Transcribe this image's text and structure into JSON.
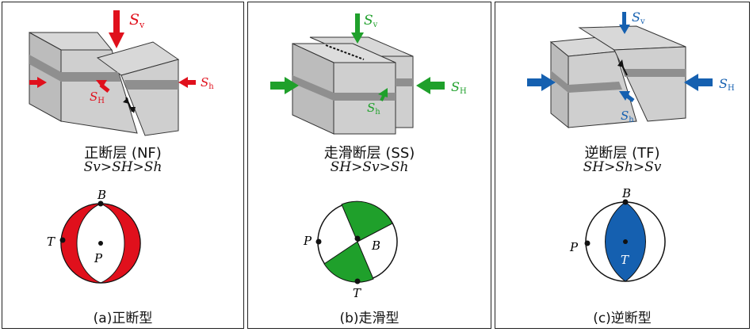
{
  "colors": {
    "normal_accent": "#e0101c",
    "strike_slip_accent": "#1fa02b",
    "thrust_accent": "#1560b0",
    "block_fill": "#c9c9c9",
    "layer_band": "#8f8f8f"
  },
  "panels": [
    {
      "fault_name": "正断层 (NF)",
      "stress_order": "Sv>SH>Sh",
      "caption": "(a)正断型",
      "labels": {
        "sv": "S",
        "sv_sub": "v",
        "sh_max": "S",
        "sh_max_sub": "H",
        "sh_min": "S",
        "sh_min_sub": "h"
      },
      "beachball_labels": {
        "b": "B",
        "t": "T",
        "p": "P"
      }
    },
    {
      "fault_name": "走滑断层 (SS)",
      "stress_order": "SH>Sv>Sh",
      "caption": "(b)走滑型",
      "labels": {
        "sv": "S",
        "sv_sub": "v",
        "sh_max": "S",
        "sh_max_sub": "H",
        "sh_min": "S",
        "sh_min_sub": "h"
      },
      "beachball_labels": {
        "b": "B",
        "t": "T",
        "p": "P"
      }
    },
    {
      "fault_name": "逆断层 (TF)",
      "stress_order": "SH>Sh>Sv",
      "caption": "(c)逆断型",
      "labels": {
        "sv": "S",
        "sv_sub": "v",
        "sh_max": "S",
        "sh_max_sub": "H",
        "sh_min": "S",
        "sh_min_sub": "h"
      },
      "beachball_labels": {
        "b": "B",
        "t": "T",
        "p": "P"
      }
    }
  ]
}
